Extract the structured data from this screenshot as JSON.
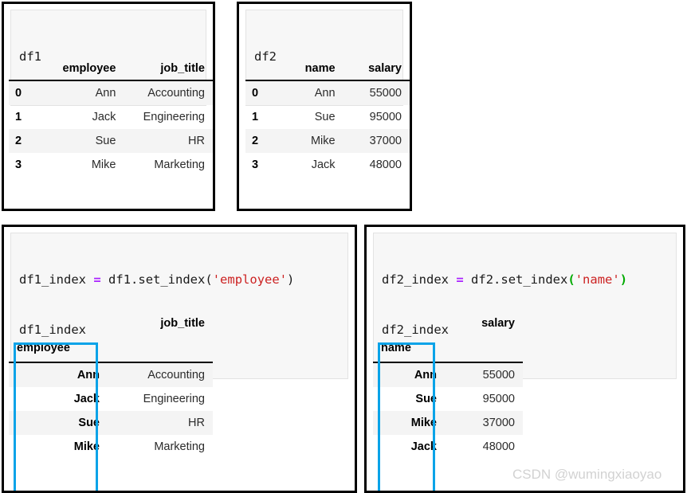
{
  "panels": {
    "df1": {
      "code": "df1",
      "table": {
        "columns": [
          "employee",
          "job_title"
        ],
        "index_header": "",
        "rows": [
          {
            "index": "0",
            "cells": [
              "Ann",
              "Accounting"
            ]
          },
          {
            "index": "1",
            "cells": [
              "Jack",
              "Engineering"
            ]
          },
          {
            "index": "2",
            "cells": [
              "Sue",
              "HR"
            ]
          },
          {
            "index": "3",
            "cells": [
              "Mike",
              "Marketing"
            ]
          }
        ]
      }
    },
    "df2": {
      "code": "df2",
      "table": {
        "columns": [
          "name",
          "salary"
        ],
        "index_header": "",
        "rows": [
          {
            "index": "0",
            "cells": [
              "Ann",
              "55000"
            ]
          },
          {
            "index": "1",
            "cells": [
              "Sue",
              "95000"
            ]
          },
          {
            "index": "2",
            "cells": [
              "Mike",
              "37000"
            ]
          },
          {
            "index": "3",
            "cells": [
              "Jack",
              "48000"
            ]
          }
        ]
      }
    },
    "df1_index": {
      "code_line1": {
        "var": "df1_index",
        "space1": " ",
        "op": "=",
        "space2": " ",
        "call": "df1.set_index",
        "paren_open": "(",
        "string": "'employee'",
        "paren_close": ")"
      },
      "code_line2": "df1_index",
      "table": {
        "columns": [
          "job_title"
        ],
        "index_name": "employee",
        "rows": [
          {
            "index": "Ann",
            "cells": [
              "Accounting"
            ]
          },
          {
            "index": "Jack",
            "cells": [
              "Engineering"
            ]
          },
          {
            "index": "Sue",
            "cells": [
              "HR"
            ]
          },
          {
            "index": "Mike",
            "cells": [
              "Marketing"
            ]
          }
        ]
      }
    },
    "df2_index": {
      "code_line1": {
        "var": "df2_index",
        "space1": " ",
        "op": "=",
        "space2": " ",
        "call": "df2.set_index",
        "paren_open": "(",
        "string": "'name'",
        "paren_close": ")"
      },
      "code_line2": "df2_index",
      "table": {
        "columns": [
          "salary"
        ],
        "index_name": "name",
        "rows": [
          {
            "index": "Ann",
            "cells": [
              "55000"
            ]
          },
          {
            "index": "Sue",
            "cells": [
              "95000"
            ]
          },
          {
            "index": "Mike",
            "cells": [
              "37000"
            ]
          },
          {
            "index": "Jack",
            "cells": [
              "48000"
            ]
          }
        ]
      }
    }
  },
  "watermark": "CSDN @wumingxiaoyao",
  "colors": {
    "highlight": "#0aa3e8",
    "operator": "#aa22ff",
    "string": "#cc2222",
    "matched_paren": "#00aa00",
    "stripe": "#f4f4f4",
    "code_bg": "#f7f7f7",
    "watermark": "#d2d2d2"
  }
}
